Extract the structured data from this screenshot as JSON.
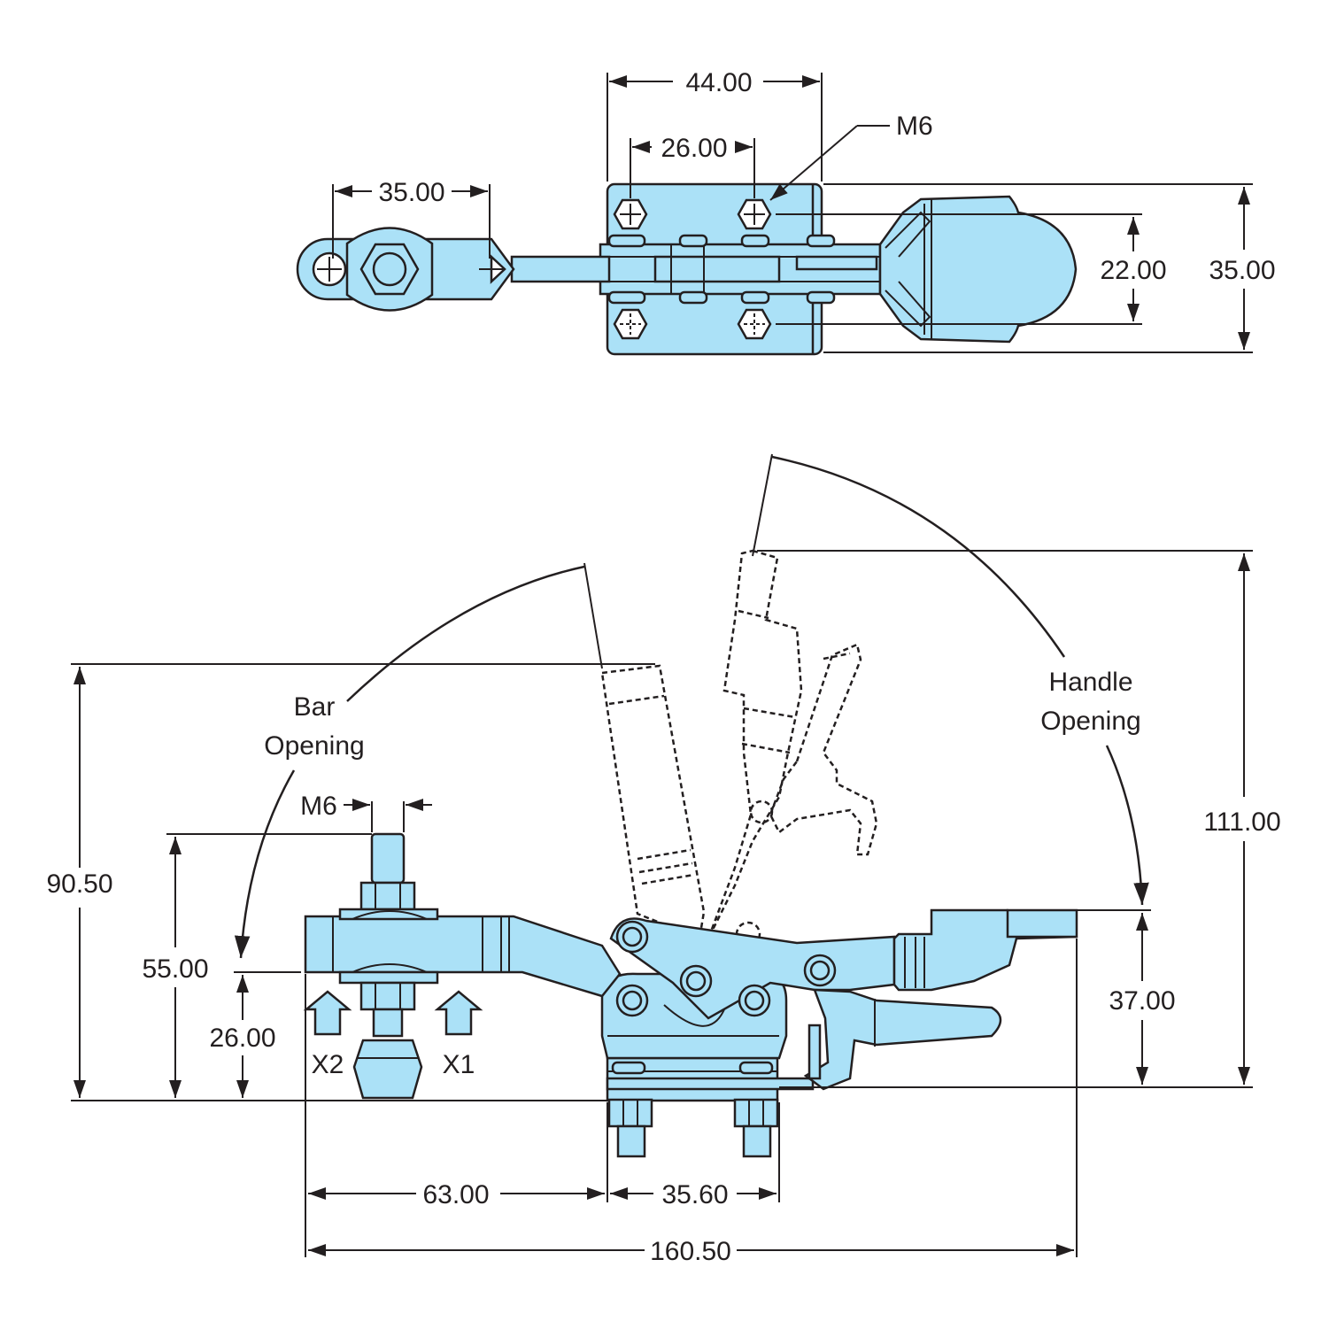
{
  "colors": {
    "part_fill": "#abe1f7",
    "line": "#231f20",
    "background": "#ffffff"
  },
  "top_view": {
    "dim_overall_width": "44.00",
    "dim_hole_spacing": "26.00",
    "dim_bar_slot": "35.00",
    "thread_label": "M6",
    "dim_hole_spacing_v": "22.00",
    "dim_overall_height": "35.00"
  },
  "side_view": {
    "bar_opening_line1": "Bar",
    "bar_opening_line2": "Opening",
    "handle_opening_line1": "Handle",
    "handle_opening_line2": "Opening",
    "spindle_thread": "M6",
    "dim_total_height": "90.50",
    "dim_spindle_height": "55.00",
    "dim_bar_height": "26.00",
    "dim_handle_max": "111.00",
    "dim_handle_height": "37.00",
    "dim_bar_reach": "63.00",
    "dim_base_holes": "35.60",
    "dim_total_length": "160.50",
    "force_x2": "X2",
    "force_x1": "X1"
  }
}
